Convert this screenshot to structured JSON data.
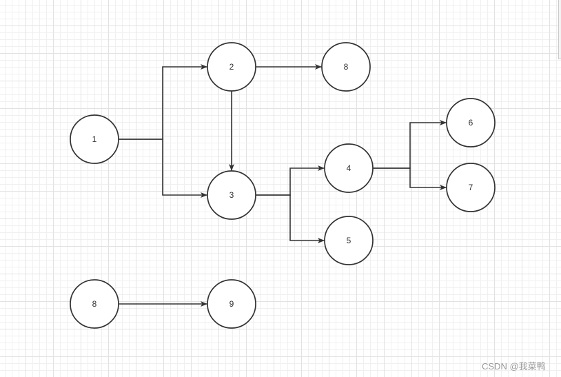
{
  "diagram": {
    "nodes": [
      {
        "label": "1"
      },
      {
        "label": "2"
      },
      {
        "label": "8"
      },
      {
        "label": "3"
      },
      {
        "label": "4"
      },
      {
        "label": "5"
      },
      {
        "label": "6"
      },
      {
        "label": "7"
      },
      {
        "label": "8"
      },
      {
        "label": "9"
      }
    ]
  },
  "watermark": {
    "text": "CSDN @我菜鸭"
  },
  "colors": {
    "stroke": "#333333",
    "fill": "#ffffff",
    "label": "#333333",
    "watermark": "#999999"
  }
}
